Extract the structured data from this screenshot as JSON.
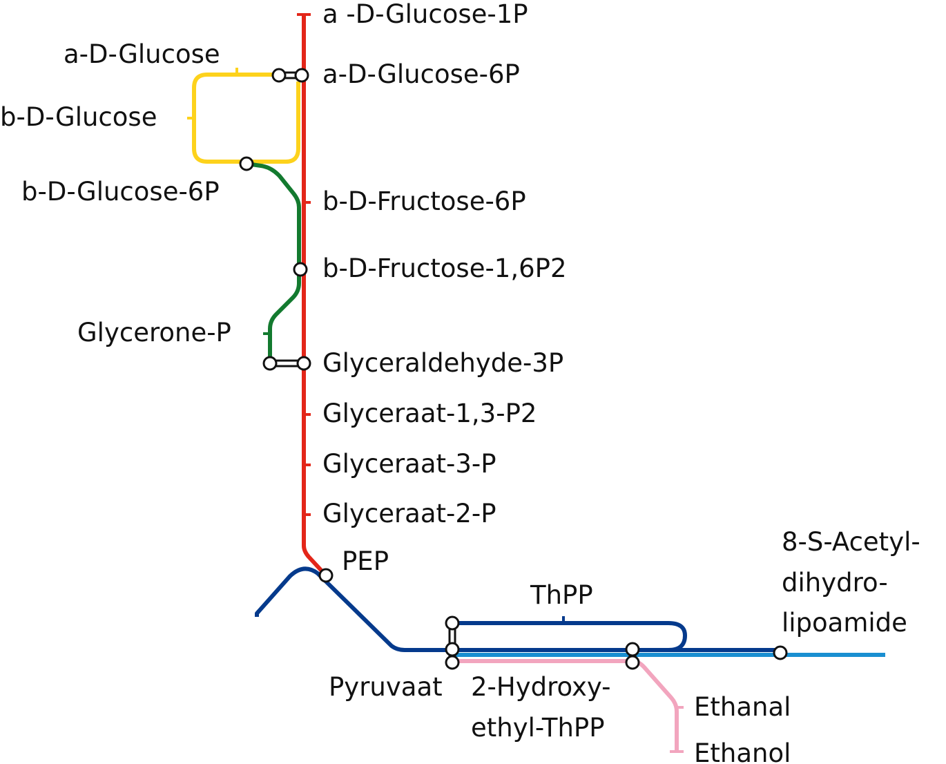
{
  "colors": {
    "red_line": "#e32619",
    "yellow_line": "#fdd21c",
    "green_line": "#137a2f",
    "dark_blue_line": "#053a8c",
    "light_blue_line": "#1a8fd1",
    "pink_line": "#f2a5be",
    "station_fill": "#ffffff",
    "station_stroke": "#111111"
  },
  "labels": {
    "glucose_1p": "a -D-Glucose-1P",
    "a_glucose": "a-D-Glucose",
    "glucose_6p": "a-D-Glucose-6P",
    "b_glucose": "b-D-Glucose",
    "b_glucose_6p": "b-D-Glucose-6P",
    "fructose_6p": "b-D-Fructose-6P",
    "fructose_16p2": "b-D-Fructose-1,6P2",
    "glycerone_p": "Glycerone-P",
    "glyceraldehyde_3p": "Glyceraldehyde-3P",
    "glyceraat_13p2": "Glyceraat-1,3-P2",
    "glyceraat_3p": "Glyceraat-3-P",
    "glyceraat_2p": "Glyceraat-2-P",
    "pep": "PEP",
    "thpp": "ThPP",
    "acetyl_1": "8-S-Acetyl-",
    "acetyl_2": "dihydro-",
    "acetyl_3": "lipoamide",
    "pyruvaat": "Pyruvaat",
    "hydroxy_1": "2-Hydroxy-",
    "hydroxy_2": "ethyl-ThPP",
    "ethanal": "Ethanal",
    "ethanol": "Ethanol"
  }
}
